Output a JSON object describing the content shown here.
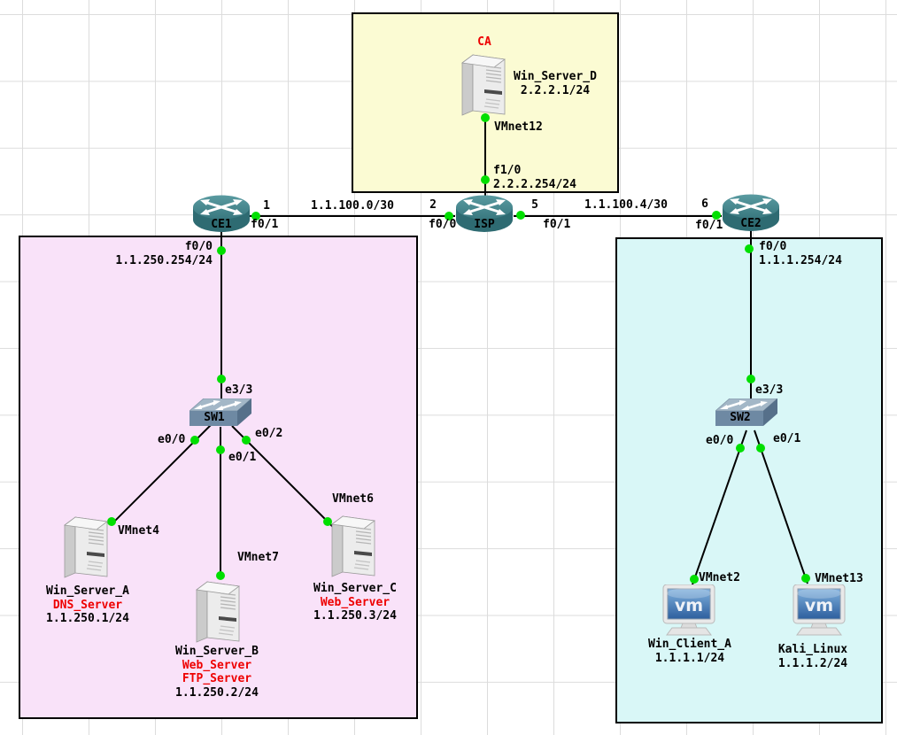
{
  "ui": {
    "vm_logo": "vm"
  },
  "colors": {
    "ca_zone_fill": "#fbfbd3",
    "site1_zone_fill": "#f9e2f9",
    "site2_zone_fill": "#d9f7f7",
    "role_label": "#ee0000",
    "link_dot": "#00df00",
    "link_line": "#000000",
    "grid_line": "#dcdcdc"
  },
  "devices": {
    "routers": {
      "ce1": {
        "name": "CE1"
      },
      "isp": {
        "name": "ISP"
      },
      "ce2": {
        "name": "CE2"
      }
    },
    "switches": {
      "sw1": {
        "name": "SW1"
      },
      "sw2": {
        "name": "SW2"
      }
    },
    "hosts": {
      "win_server_d": {
        "name": "Win_Server_D",
        "role": "CA",
        "ip": "2.2.2.1/24",
        "vmnet": "VMnet12"
      },
      "win_server_a": {
        "name": "Win_Server_A",
        "role": "DNS_Server",
        "ip": "1.1.250.1/24",
        "vmnet": "VMnet4"
      },
      "win_server_b": {
        "name": "Win_Server_B",
        "roles": [
          "Web_Server",
          "FTP_Server"
        ],
        "ip": "1.1.250.2/24",
        "vmnet": "VMnet7"
      },
      "win_server_c": {
        "name": "Win_Server_C",
        "role": "Web_Server",
        "ip": "1.1.250.3/24",
        "vmnet": "VMnet6"
      },
      "win_client_a": {
        "name": "Win_Client_A",
        "ip": "1.1.1.1/24",
        "vmnet": "VMnet2"
      },
      "kali_linux": {
        "name": "Kali_Linux",
        "ip": "1.1.1.2/24",
        "vmnet": "VMnet13"
      }
    }
  },
  "interfaces": {
    "ce1": {
      "wan_port": "f0/1",
      "lan_port": "f0/0",
      "lan_ip": "1.1.250.254/24"
    },
    "isp": {
      "port_to_ce1": "f0/0",
      "port_to_ce2": "f0/1",
      "port_to_ca": "f1/0",
      "ca_ip": "2.2.2.254/24"
    },
    "ce2": {
      "wan_port": "f0/1",
      "lan_port": "f0/0",
      "lan_ip": "1.1.1.254/24"
    },
    "sw1": {
      "uplink": "e3/3",
      "port0": "e0/0",
      "port1": "e0/1",
      "port2": "e0/2"
    },
    "sw2": {
      "uplink": "e3/3",
      "port0": "e0/0",
      "port1": "e0/1"
    }
  },
  "wan_links": {
    "ce1_isp": {
      "subnet": "1.1.100.0/30",
      "badge_ce1": "1",
      "badge_isp": "2"
    },
    "isp_ce2": {
      "subnet": "1.1.100.4/30",
      "badge_isp": "5",
      "badge_ce2": "6"
    }
  }
}
